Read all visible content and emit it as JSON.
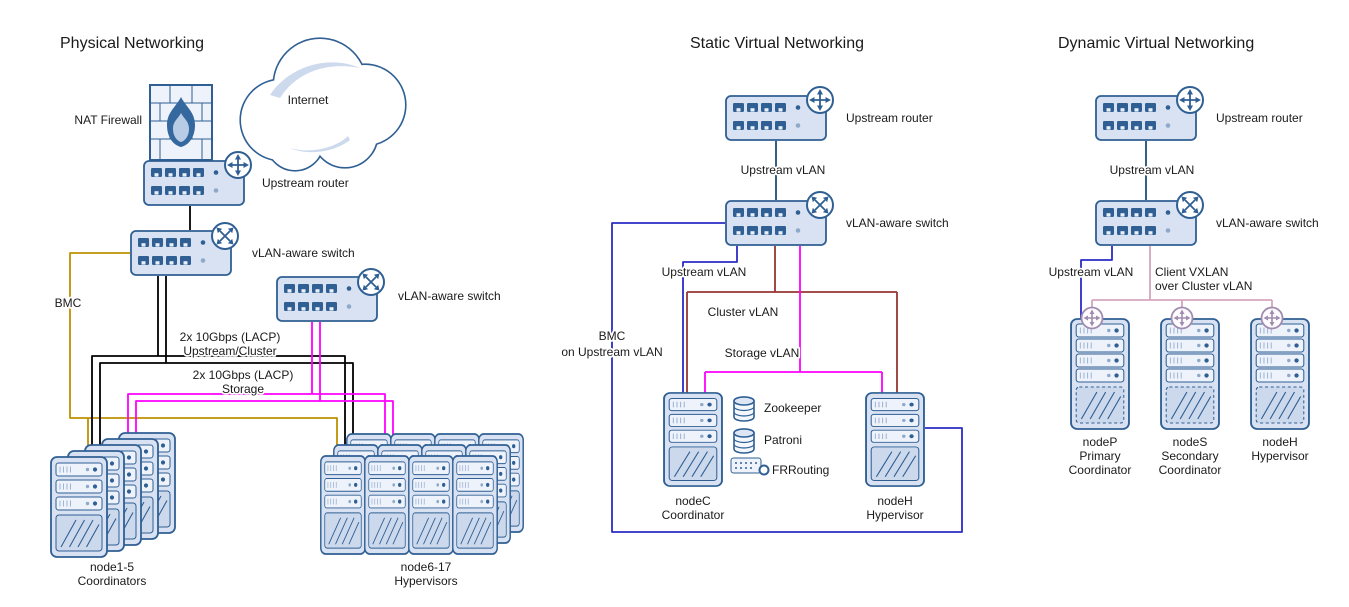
{
  "colors": {
    "stroke": "#2f5f93",
    "boxfill": "#d9e2f3",
    "bayfill": "#eef3fb",
    "hatchfill": "#ccd9ed",
    "ink": "#1a1a1a",
    "black": "#000000",
    "gold": "#bf9000",
    "magenta": "#ff00ff",
    "blue": "#2b2bc8",
    "navy": "#1f4e79",
    "red": "#963634",
    "pink": "#d5a6bd",
    "mauve": "#a08cb0"
  },
  "physical": {
    "title": "Physical Networking",
    "internet": "Internet",
    "nat_firewall": "NAT Firewall",
    "upstream_router": "Upstream router",
    "switch1": "vLAN-aware switch",
    "switch2": "vLAN-aware switch",
    "bmc": "BMC",
    "lacp_upstream": [
      "2x 10Gbps (LACP)",
      "Upstream/Cluster"
    ],
    "lacp_storage": [
      "2x 10Gbps (LACP)",
      "Storage"
    ],
    "coordinators": [
      "node1-5",
      "Coordinators"
    ],
    "hypervisors": [
      "node6-17",
      "Hypervisors"
    ]
  },
  "static_virtual": {
    "title": "Static Virtual Networking",
    "upstream_router": "Upstream router",
    "upstream_vlan_link": "Upstream vLAN",
    "vlan_switch": "vLAN-aware switch",
    "upstream_vlan": "Upstream vLAN",
    "cluster_vlan": "Cluster vLAN",
    "storage_vlan": "Storage vLAN",
    "bmc": [
      "BMC",
      "on Upstream vLAN"
    ],
    "services": [
      "Zookeeper",
      "Patroni",
      "FRRouting"
    ],
    "nodec": [
      "nodeC",
      "Coordinator"
    ],
    "nodeh": [
      "nodeH",
      "Hypervisor"
    ]
  },
  "dynamic_virtual": {
    "title": "Dynamic Virtual Networking",
    "upstream_router": "Upstream router",
    "upstream_vlan_link": "Upstream vLAN",
    "vlan_switch": "vLAN-aware switch",
    "upstream_vlan": "Upstream vLAN",
    "client_vxlan": [
      "Client VXLAN",
      "over Cluster vLAN"
    ],
    "nodep": [
      "nodeP",
      "Primary",
      "Coordinator"
    ],
    "nodes": [
      "nodeS",
      "Secondary",
      "Coordinator"
    ],
    "nodeh": [
      "nodeH",
      "Hypervisor"
    ]
  }
}
